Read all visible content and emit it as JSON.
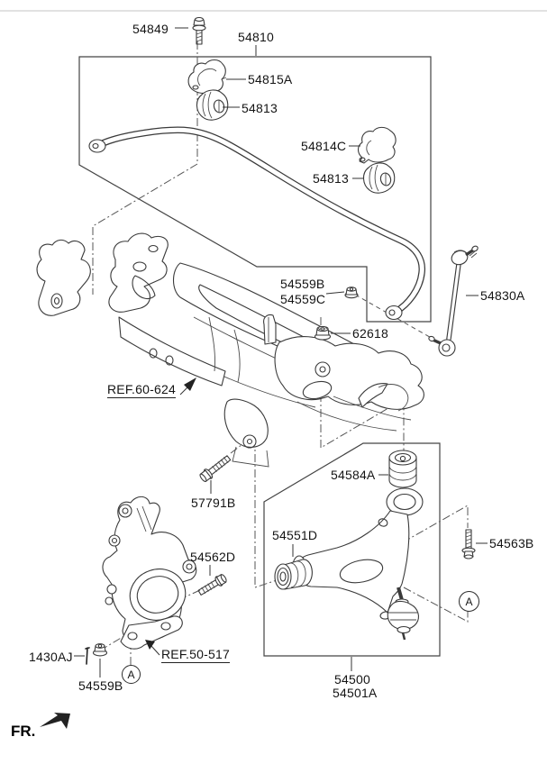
{
  "colors": {
    "background": "#ffffff",
    "line": "#3a3a3a",
    "text": "#141414"
  },
  "figure": {
    "fr_label": "FR.",
    "callout_a": "A",
    "ref_labels": {
      "crossmember": "REF.60-624",
      "knuckle": "REF.50-517"
    },
    "part_labels": {
      "p54849": "54849",
      "p54810": "54810",
      "p54815A": "54815A",
      "p54813_upper": "54813",
      "p54814C": "54814C",
      "p54813_lower": "54813",
      "p54559B_upper": "54559B",
      "p54559C": "54559C",
      "p54830A": "54830A",
      "p62618": "62618",
      "p54584A": "54584A",
      "p57791B": "57791B",
      "p54551D": "54551D",
      "p54563B": "54563B",
      "p54562D": "54562D",
      "p1430AJ": "1430AJ",
      "p54559B_lower": "54559B",
      "p54500": "54500",
      "p54501A": "54501A"
    },
    "icons": {
      "fr_arrow": "direction-arrow-front",
      "callout_ring": "circle-callout"
    }
  }
}
